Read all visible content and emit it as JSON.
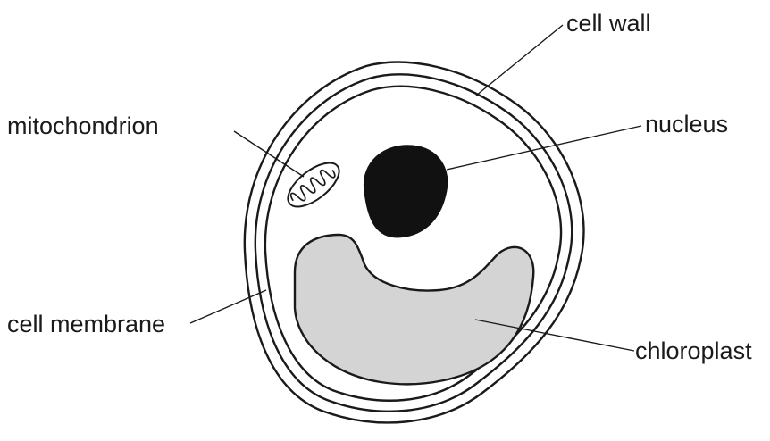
{
  "labels": {
    "cell_wall": "cell wall",
    "mitochondrion": "mitochondrion",
    "nucleus": "nucleus",
    "cell_membrane": "cell membrane",
    "chloroplast": "chloroplast"
  },
  "colors": {
    "background": "#ffffff",
    "outline": "#1a1a1a",
    "nucleus_fill": "#111111",
    "chloroplast_fill": "#d4d4d4"
  }
}
